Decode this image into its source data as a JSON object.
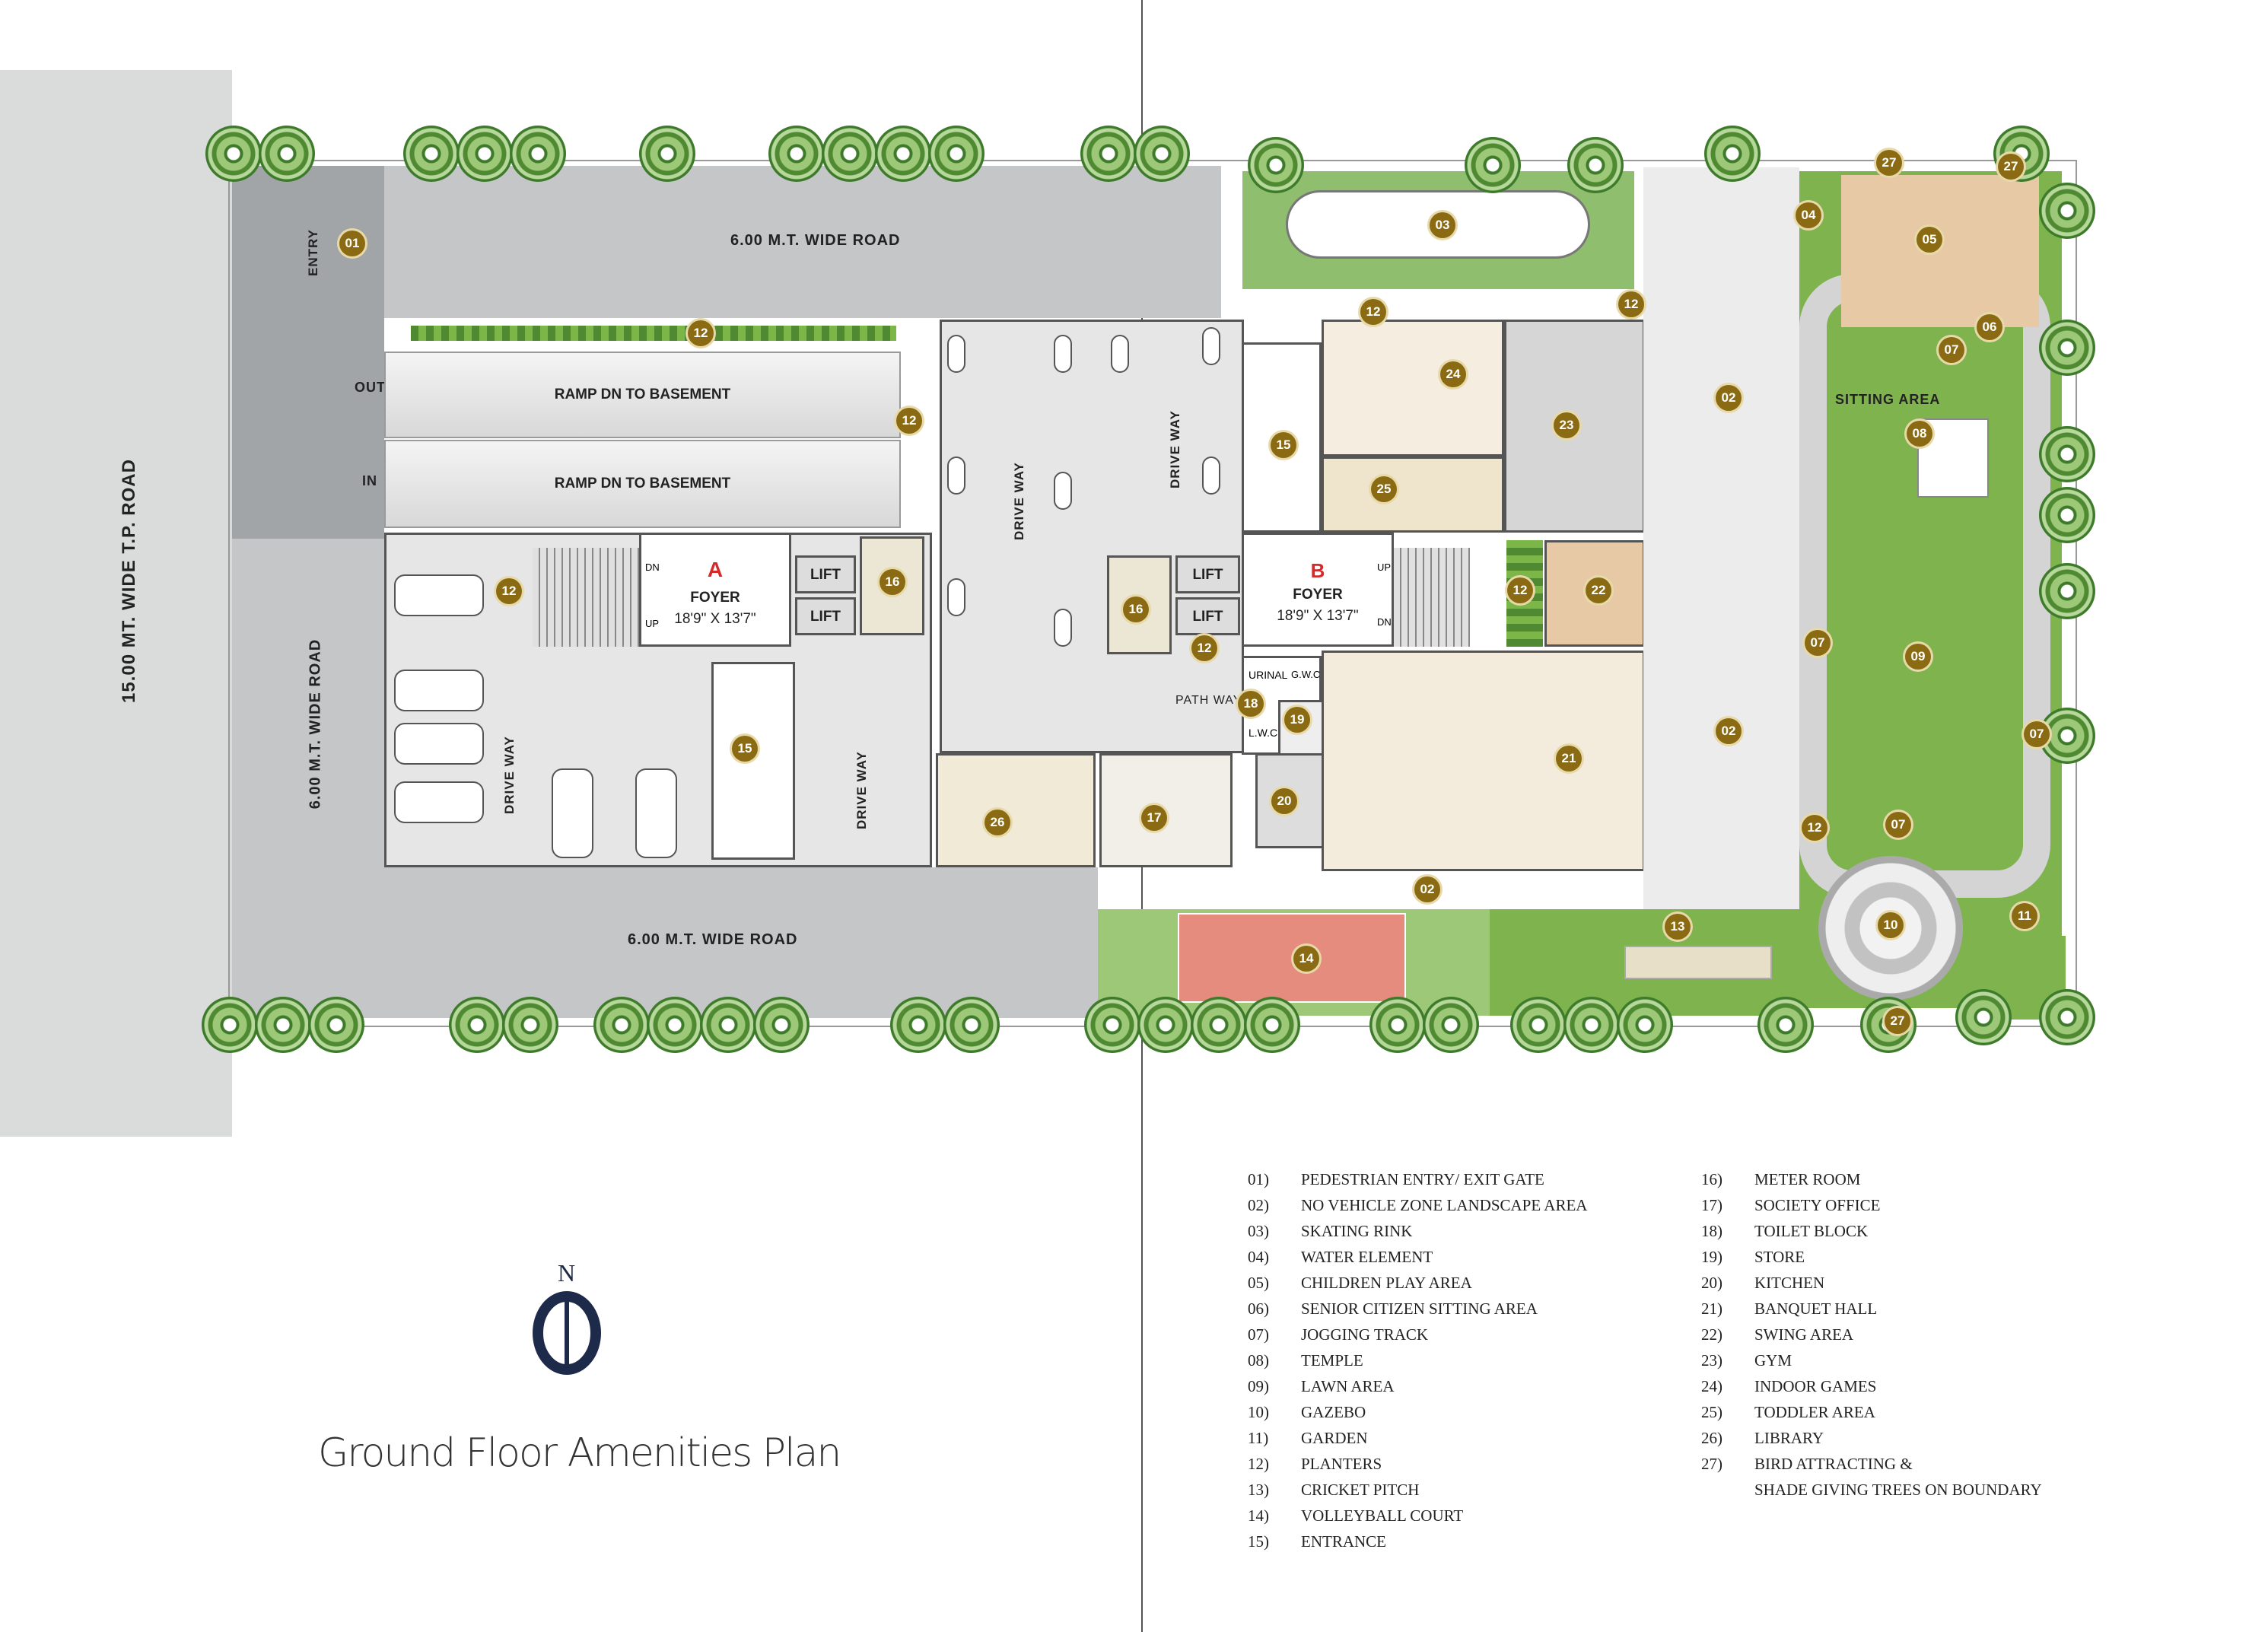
{
  "roads": {
    "tp_road": "15.00 MT. WIDE  T.P. ROAD",
    "top_road": "6.00 M.T.  WIDE ROAD",
    "left_road": "6.00 M.T.  WIDE ROAD",
    "bottom_road": "6.00 M.T.  WIDE ROAD"
  },
  "gate": {
    "entry": "ENTRY",
    "out": "OUT",
    "in": "IN"
  },
  "ramps": [
    "RAMP DN TO BASEMENT",
    "RAMP DN TO BASEMENT"
  ],
  "drive_way": "DRIVE WAY",
  "path_way": "PATH WAY",
  "towers": {
    "a": {
      "letter": "A",
      "foyer": "FOYER",
      "size": "18'9\" X 13'7\"",
      "dn": "DN",
      "up": "UP"
    },
    "b": {
      "letter": "B",
      "foyer": "FOYER",
      "size": "18'9\" X 13'7\"",
      "up": "UP",
      "dn": "DN"
    }
  },
  "lift": "LIFT",
  "toilet": {
    "urinal": "URINAL",
    "gwc": "G.W.C",
    "lwc": "L.W.C"
  },
  "sitting_area": "SITTING AREA",
  "north": "N",
  "plan_title": "Ground Floor Amenities Plan",
  "legend": [
    {
      "num": "01)",
      "label": "PEDESTRIAN ENTRY/ EXIT GATE"
    },
    {
      "num": "02)",
      "label": "NO VEHICLE ZONE LANDSCAPE AREA"
    },
    {
      "num": "03)",
      "label": "SKATING RINK"
    },
    {
      "num": "04)",
      "label": "WATER ELEMENT"
    },
    {
      "num": "05)",
      "label": "CHILDREN PLAY AREA"
    },
    {
      "num": "06)",
      "label": "SENIOR CITIZEN SITTING AREA"
    },
    {
      "num": "07)",
      "label": "JOGGING TRACK"
    },
    {
      "num": "08)",
      "label": "TEMPLE"
    },
    {
      "num": "09)",
      "label": "LAWN AREA"
    },
    {
      "num": "10)",
      "label": "GAZEBO"
    },
    {
      "num": "11)",
      "label": "GARDEN"
    },
    {
      "num": "12)",
      "label": "PLANTERS"
    },
    {
      "num": "13)",
      "label": "CRICKET PITCH"
    },
    {
      "num": "14)",
      "label": "VOLLEYBALL  COURT"
    },
    {
      "num": "15)",
      "label": "ENTRANCE"
    },
    {
      "num": "16)",
      "label": "METER ROOM"
    },
    {
      "num": "17)",
      "label": "SOCIETY OFFICE"
    },
    {
      "num": "18)",
      "label": "TOILET BLOCK"
    },
    {
      "num": "19)",
      "label": "STORE"
    },
    {
      "num": "20)",
      "label": "KITCHEN"
    },
    {
      "num": "21)",
      "label": "BANQUET HALL"
    },
    {
      "num": "22)",
      "label": "SWING AREA"
    },
    {
      "num": "23)",
      "label": "GYM"
    },
    {
      "num": "24)",
      "label": "INDOOR GAMES"
    },
    {
      "num": "25)",
      "label": "TODDLER AREA"
    },
    {
      "num": "26)",
      "label": "LIBRARY"
    },
    {
      "num": "27)",
      "label": "BIRD ATTRACTING &"
    },
    {
      "num": "",
      "label": "SHADE GIVING TREES ON BOUNDARY"
    }
  ],
  "badges": [
    "01",
    "02",
    "03",
    "04",
    "05",
    "06",
    "07",
    "08",
    "09",
    "10",
    "11",
    "12",
    "13",
    "14",
    "15",
    "16",
    "17",
    "18",
    "19",
    "20",
    "21",
    "22",
    "23",
    "24",
    "25",
    "26",
    "27"
  ]
}
